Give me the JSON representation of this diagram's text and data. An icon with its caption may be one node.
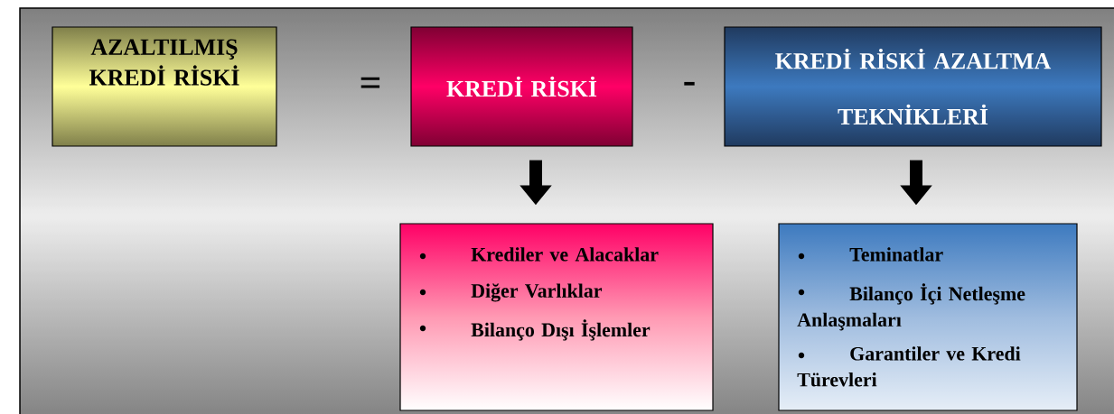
{
  "diagram": {
    "nodes": [
      {
        "text": [
          "AZALTILMIŞ KREDİ RİSKİ"
        ]
      },
      {
        "text": [
          "KREDİ RİSKİ"
        ]
      },
      {
        "text": [
          "KREDİ RİSKİ AZALTMA TEKNİKLERİ"
        ]
      },
      {
        "text": [
          "Krediler ve Alacaklar",
          "Diğer Varlıklar",
          "Bilanço Dışı İşlemler"
        ]
      },
      {
        "text": [
          "Teminatlar",
          "Bilanço İçi Netleşme Anlaşmaları",
          "Garantiler ve Kredi Türevleri"
        ]
      }
    ],
    "edges": [
      {
        "from": 1,
        "to": 3,
        "arrow": "to"
      },
      {
        "from": 2,
        "to": 4,
        "arrow": "to"
      }
    ],
    "labels": [
      "=",
      "-"
    ]
  }
}
